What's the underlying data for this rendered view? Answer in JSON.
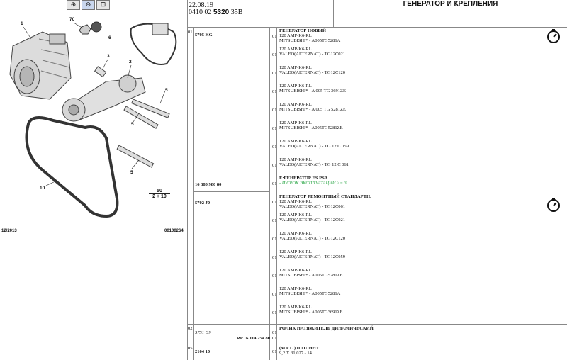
{
  "toolbar": {
    "icons": [
      "zoom-in-icon",
      "zoom-out-icon",
      "zoom-fit-icon"
    ]
  },
  "figure": {
    "date": "12/2013",
    "code": "00100264",
    "callouts": [
      "1",
      "70",
      "6",
      "3",
      "2",
      "5",
      "5",
      "5",
      "10"
    ],
    "fraction_top": "50",
    "fraction_bottom": "2 + 10"
  },
  "header": {
    "date": "22.08.19",
    "code_prefix": "0410 02",
    "code_bold": "5320",
    "code_suffix": "35B",
    "title": "ГЕНЕРАТОР И КРЕПЛЕНИЯ"
  },
  "rows": {
    "r01": {
      "item": "01",
      "ref1": "5705 KG",
      "ref2": "16 380 980 80",
      "ref3": "5702 J0"
    },
    "items": [
      {
        "qty": "01",
        "lines": [
          "ГЕНЕРАТОР НОВЫЙ",
          "120 AMP-K6-RL",
          "MITSUBISHI* - A005TG5281A"
        ]
      },
      {
        "qty": "01",
        "lines": [
          "120 AMP-K6-RL",
          "VALEO(ALTERNAT) - TG12C021"
        ]
      },
      {
        "qty": "01",
        "lines": [
          "120 AMP-K6-RL",
          "VALEO(ALTERNAT) - TG12C120"
        ]
      },
      {
        "qty": "01",
        "lines": [
          "120 AMP-K6-RL",
          "MITSUBISHI* - A 005 TG 3691ZE"
        ]
      },
      {
        "qty": "01",
        "lines": [
          "120 AMP-K6-RL",
          "MITSUBISHI* - A 005 TG 5281ZE"
        ]
      },
      {
        "qty": "01",
        "lines": [
          "120 AMP-K6-RL",
          "MITSUBISHI* - A005TG5281ZE"
        ]
      },
      {
        "qty": "01",
        "lines": [
          "120 AMP-K6-RL",
          "VALEO(ALTERNAT) - TG 12 C 059"
        ]
      },
      {
        "qty": "01",
        "lines": [
          "120 AMP-K6-RL",
          "VALEO(ALTERNAT) - TG 12 C 061"
        ]
      },
      {
        "qty": "01",
        "lines": [
          "E:ГЕНЕРАТОР ES PSA",
          "- И СРОК ЭКСПЛУАТАЦИИ >= 3"
        ]
      },
      {
        "qty": "01",
        "lines": [
          "ГЕНЕРАТОР РЕМОНТНЫЙ СТАНДАРТН.",
          "120 AMP-K6-RL",
          "VALEO(ALTERNAT) - TG12C061"
        ]
      },
      {
        "qty": "01",
        "lines": [
          "120 AMP-K6-RL",
          "VALEO(ALTERNAT) - TG12C021"
        ]
      },
      {
        "qty": "01",
        "lines": [
          "120 AMP-K6-RL",
          "VALEO(ALTERNAT) - TG12C120"
        ]
      },
      {
        "qty": "01",
        "lines": [
          "120 AMP-K6-RL",
          "VALEO(ALTERNAT) - TG12C059"
        ]
      },
      {
        "qty": "01",
        "lines": [
          "120 AMP-K6-RL",
          "MITSUBISHI* - A005TG5281ZE"
        ]
      },
      {
        "qty": "01",
        "lines": [
          "120 AMP-K6-RL",
          "MITSUBISHI* - A005TG5281A"
        ]
      },
      {
        "qty": "01",
        "lines": [
          "120 AMP-K6-RL",
          "MITSUBISHI* - A005TG3691ZE"
        ]
      }
    ],
    "r02": {
      "item": "02",
      "ref1": "5751 G9",
      "ref2": "RP 16 114 254 80",
      "qty1": "01",
      "qty2": "01",
      "desc": "РОЛИК НАТЯЖИТЕЛЬ ДИНАМИЧЕСКИЙ"
    },
    "r05": {
      "item": "05",
      "ref1": "2104 10",
      "qty": "01",
      "desc1": "(M.F.L.) ШПЛИНТ",
      "desc2": "9,2 X 31,027 - 14"
    }
  },
  "colors": {
    "green_note": "#2fa84a",
    "grid": "#888888"
  },
  "icons": {
    "timer": "stopwatch-icon"
  }
}
